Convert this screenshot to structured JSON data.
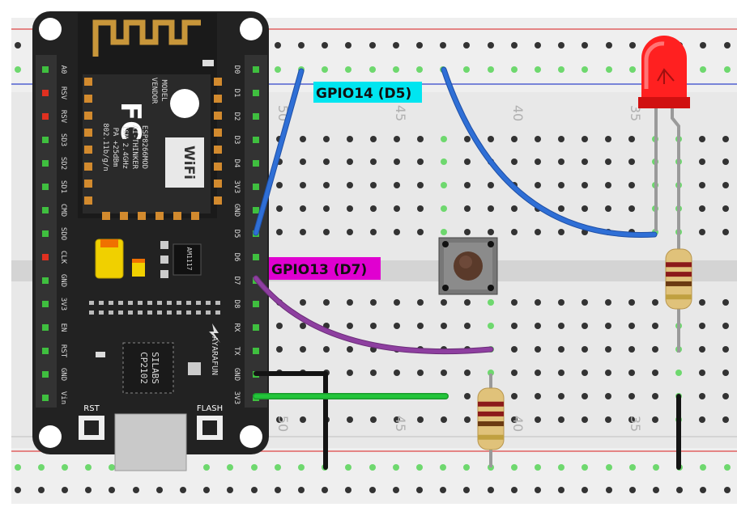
{
  "labels": {
    "gpio14": "GPIO14 (D5)",
    "gpio13": "GPIO13 (D7)"
  },
  "label_colors": {
    "gpio14_bg": "#00e5f0",
    "gpio13_bg": "#e000d0"
  },
  "column_numbers": {
    "top": [
      "50",
      "45",
      "40",
      "35"
    ],
    "bottom": [
      "50",
      "45",
      "40",
      "35"
    ]
  },
  "board": {
    "left_pins": [
      "A0",
      "RSV",
      "RSV",
      "SD3",
      "SD2",
      "SD1",
      "CMD",
      "SDO",
      "CLK",
      "GND",
      "3V3",
      "EN",
      "RST",
      "GND",
      "Vin"
    ],
    "right_pins": [
      "D0",
      "D1",
      "D2",
      "D3",
      "D4",
      "3V3",
      "GND",
      "D5",
      "D6",
      "D7",
      "D8",
      "RX",
      "TX",
      "GND",
      "3V3"
    ],
    "fc_logo": "FC",
    "wifi_logo": "WiFi",
    "module_lines": [
      "MODEL",
      "VENDOR",
      "ESP8266MOD",
      "AI-THINKER",
      "ISM 2.4GHz",
      "PA +25dBm",
      "802.11b/g/n"
    ],
    "chip_lines": [
      "SILABS",
      "CP2102"
    ],
    "regulator": "AM1117",
    "brand": "AYARAFUN",
    "rst_label": "RST",
    "flash_label": "FLASH"
  },
  "wire_colors": {
    "blue": "#2f6fd6",
    "purple": "#8e3fa0",
    "green": "#22c53a",
    "black": "#141414"
  },
  "icons": [
    "led-icon",
    "push-button-icon",
    "resistor-icon",
    "wifi-antenna-icon",
    "esp8266-module-icon"
  ]
}
